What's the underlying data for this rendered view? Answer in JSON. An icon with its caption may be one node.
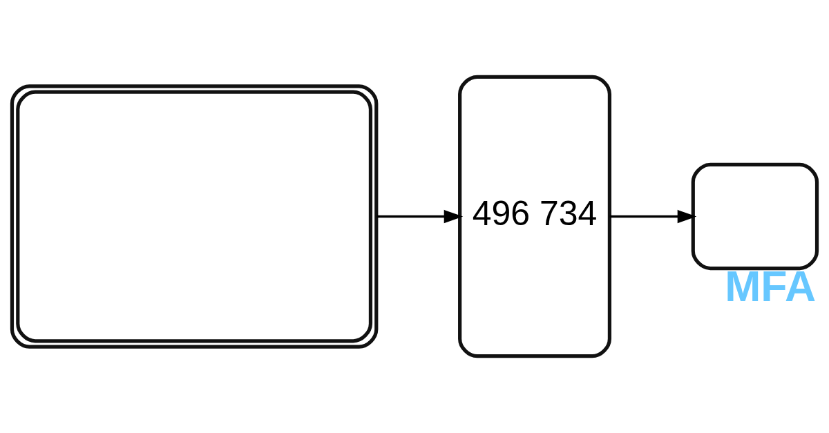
{
  "diagram": {
    "nodes": [
      {
        "text": [],
        "shape": "box"
      },
      {
        "text": [
          "496 734"
        ]
      },
      {
        "text": [],
        "shape": "box",
        "beside": [
          "MFA"
        ]
      }
    ],
    "edges": [
      {
        "from": 0,
        "to": 1,
        "arrow": "to"
      },
      {
        "from": 1,
        "to": 2,
        "arrow": "to"
      }
    ]
  }
}
